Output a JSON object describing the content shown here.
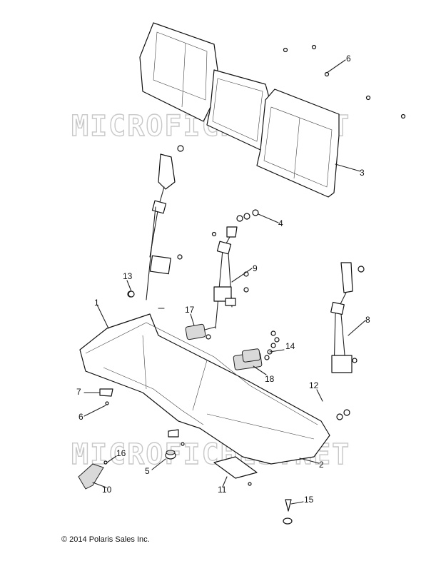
{
  "watermark": "MICROFICHES.NET",
  "copyright": "© 2014 Polaris Sales Inc.",
  "callouts": {
    "c1": "1",
    "c2": "2",
    "c3": "3",
    "c4": "4",
    "c5": "5",
    "c6a": "6",
    "c6b": "6",
    "c7": "7",
    "c8": "8",
    "c9": "9",
    "c10": "10",
    "c11": "11",
    "c12": "12",
    "c13": "13",
    "c14": "14",
    "c15": "15",
    "c16": "16",
    "c17": "17",
    "c18": "18"
  }
}
